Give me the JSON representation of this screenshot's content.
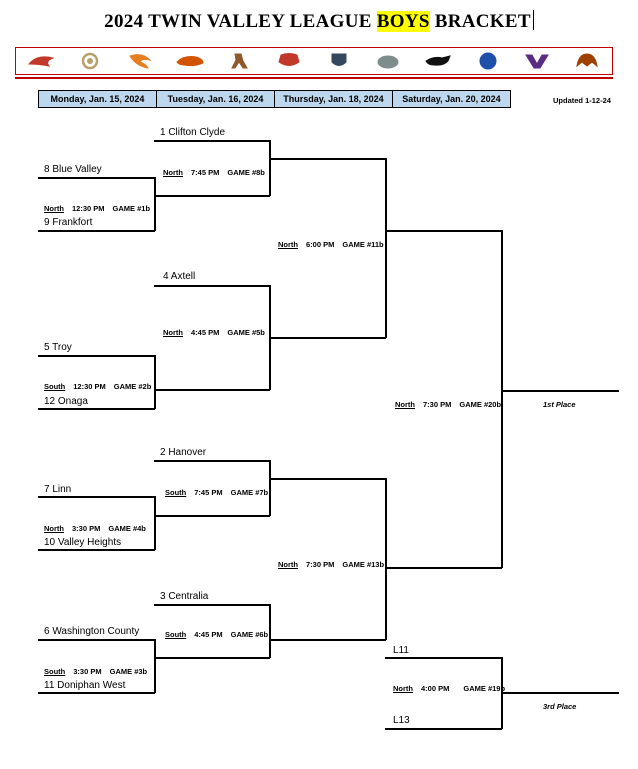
{
  "title": {
    "prefix": "2024 TWIN VALLEY LEAGUE ",
    "highlight": "BOYS",
    "suffix": " BRACKET"
  },
  "logos": [
    {
      "name": "eagle-logo-icon",
      "color": "#c0392b"
    },
    {
      "name": "ram-logo-icon",
      "color": "#b8a06a"
    },
    {
      "name": "tiger-claw-logo-icon",
      "color": "#e67e22"
    },
    {
      "name": "panther-logo-icon",
      "color": "#d35400"
    },
    {
      "name": "mustang-logo-icon",
      "color": "#8e5a2b"
    },
    {
      "name": "wildcat-logo-icon",
      "color": "#c0392b"
    },
    {
      "name": "patriot-logo-icon",
      "color": "#34495e"
    },
    {
      "name": "bulldog-logo-icon",
      "color": "#7f8c8d"
    },
    {
      "name": "buffalo-logo-icon",
      "color": "#111111"
    },
    {
      "name": "spartan-logo-icon",
      "color": "#1f4fa8"
    },
    {
      "name": "warrior-logo-icon",
      "color": "#5b2c83"
    },
    {
      "name": "tiger-logo-icon",
      "color": "#a04000"
    }
  ],
  "dates": [
    "Monday, Jan. 15, 2024",
    "Tuesday, Jan. 16, 2024",
    "Thursday, Jan. 18, 2024",
    "Saturday, Jan. 20, 2024"
  ],
  "updated": "Updated 1-12-24",
  "teams": {
    "t1": "1 Clifton Clyde",
    "t8": "8 Blue Valley",
    "t9": "9 Frankfort",
    "t4": "4 Axtell",
    "t5": "5 Troy",
    "t12": "12 Onaga",
    "t2": "2 Hanover",
    "t7": "7 Linn",
    "t10": "10 Valley Heights",
    "t3": "3 Centralia",
    "t6": "6 Washington County",
    "t11": "11 Doniphan West",
    "l11": "L11",
    "l13": "L13"
  },
  "games": {
    "g1b": {
      "site": "North",
      "time": "12:30 PM",
      "game": "GAME #1b"
    },
    "g2b": {
      "site": "South",
      "time": "12:30 PM",
      "game": "GAME #2b"
    },
    "g4b": {
      "site": "North",
      "time": "3:30 PM",
      "game": "GAME #4b"
    },
    "g3b": {
      "site": "South",
      "time": "3:30 PM",
      "game": "GAME #3b"
    },
    "g8b": {
      "site": "North",
      "time": "7:45 PM",
      "game": "GAME #8b"
    },
    "g5b": {
      "site": "North",
      "time": "4:45 PM",
      "game": "GAME #5b"
    },
    "g7b": {
      "site": "South",
      "time": "7:45 PM",
      "game": "GAME #7b"
    },
    "g6b": {
      "site": "South",
      "time": "4:45 PM",
      "game": "GAME #6b"
    },
    "g11b": {
      "site": "North",
      "time": "6:00 PM",
      "game": "GAME #11b"
    },
    "g13b": {
      "site": "North",
      "time": "7:30 PM",
      "game": "GAME #13b"
    },
    "g20b": {
      "site": "North",
      "time": "7:30 PM",
      "game": "GAME #20b"
    },
    "g19b": {
      "site": "North",
      "time": "4:00 PM",
      "game": "GAME #19b"
    }
  },
  "places": {
    "first": "1st Place",
    "third": "3rd Place"
  }
}
